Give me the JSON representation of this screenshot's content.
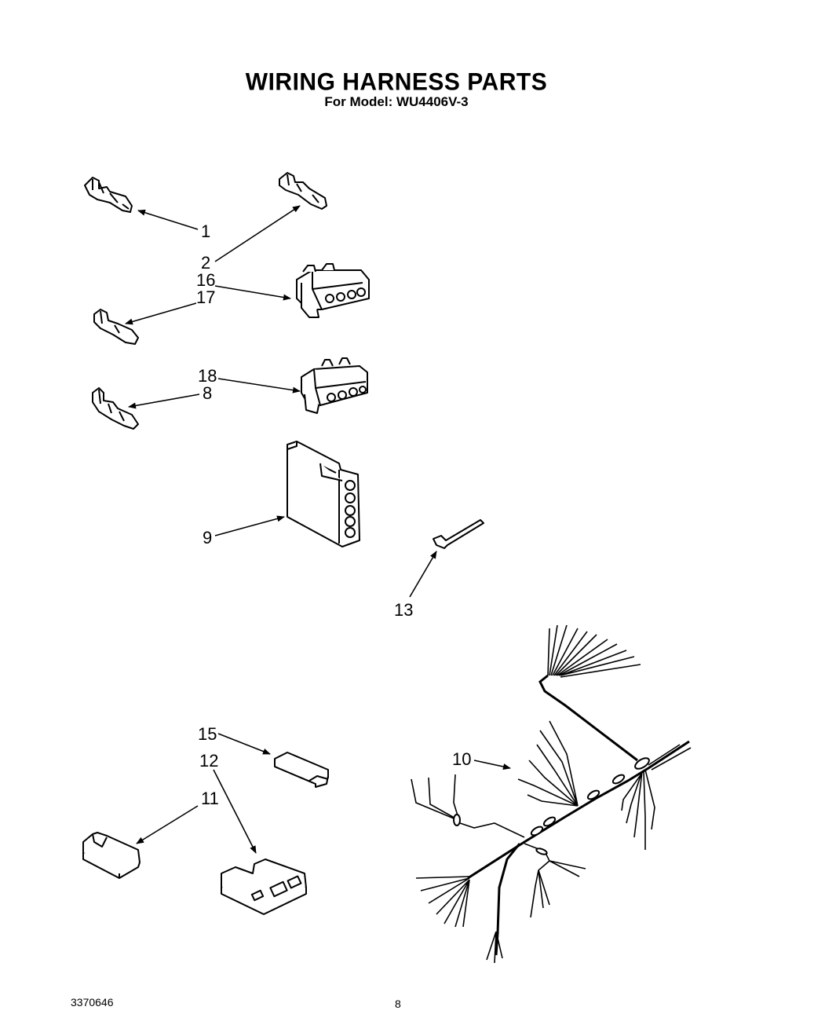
{
  "header": {
    "title": "WIRING HARNESS PARTS",
    "subtitle": "For Model: WU4406V-3"
  },
  "callouts": {
    "c1": "1",
    "c2": "2",
    "c16": "16",
    "c17": "17",
    "c18": "18",
    "c8": "8",
    "c9": "9",
    "c13": "13",
    "c10": "10",
    "c15": "15",
    "c12": "12",
    "c11": "11"
  },
  "footer": {
    "doc_number": "3370646",
    "page_number": "8"
  }
}
